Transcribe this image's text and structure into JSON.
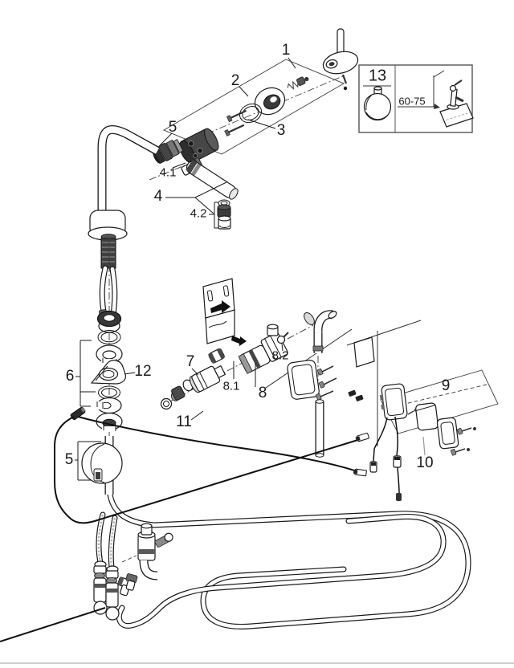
{
  "diagram": {
    "background": "#ffffff",
    "line_color": "#1a1a1a",
    "bottom_rule_color": "#cfcfcf",
    "leader_gray": "#999999"
  },
  "callouts": [
    {
      "id": "part-1",
      "text": "1"
    },
    {
      "id": "part-2",
      "text": "2"
    },
    {
      "id": "part-3",
      "text": "3"
    },
    {
      "id": "part-5-spray-head",
      "text": "5"
    },
    {
      "id": "part-4-1",
      "text": "4.1"
    },
    {
      "id": "part-4",
      "text": "4"
    },
    {
      "id": "part-4-2",
      "text": "4.2"
    },
    {
      "id": "part-6",
      "text": "6"
    },
    {
      "id": "part-12",
      "text": "12"
    },
    {
      "id": "part-7",
      "text": "7"
    },
    {
      "id": "part-8-2",
      "text": "8.2"
    },
    {
      "id": "part-8-1",
      "text": "8.1"
    },
    {
      "id": "part-8",
      "text": "8"
    },
    {
      "id": "part-11",
      "text": "11"
    },
    {
      "id": "part-9",
      "text": "9"
    },
    {
      "id": "part-10",
      "text": "10"
    },
    {
      "id": "part-5-hose-weight",
      "text": "5"
    }
  ],
  "inset": {
    "number": "13",
    "dimension": "60-75"
  }
}
